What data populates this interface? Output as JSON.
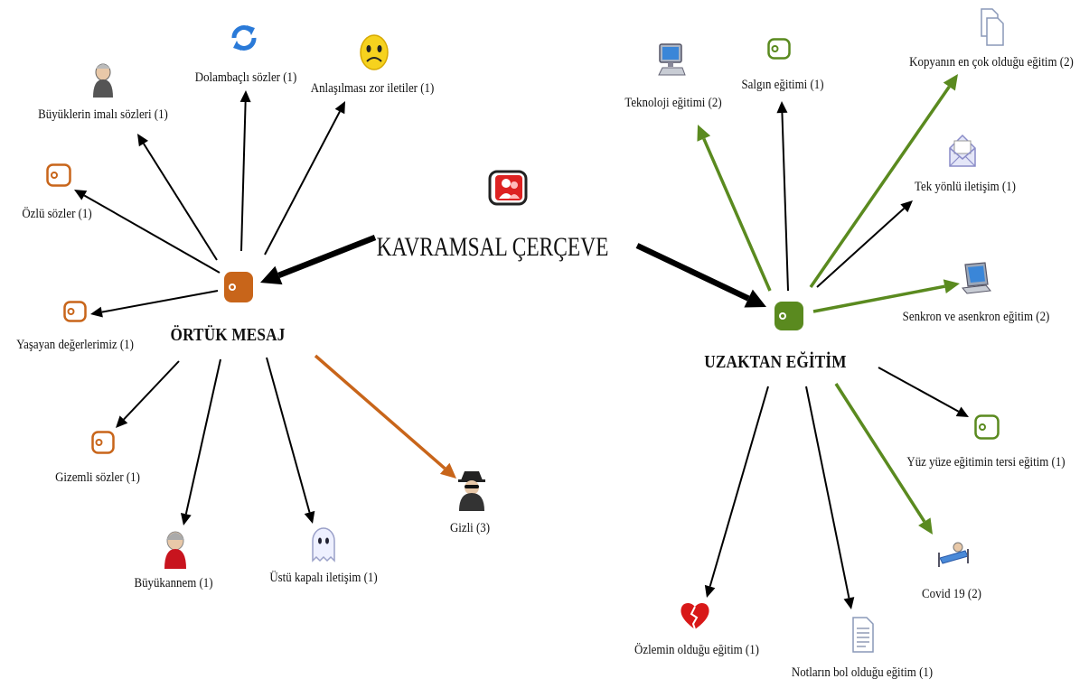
{
  "colors": {
    "black_edge": "#000000",
    "orange": "#c8651a",
    "green": "#5a8a1f"
  },
  "root": {
    "label": "KAVRAMSAL ÇERÇEVE",
    "icon": "user-group-tag-icon"
  },
  "hubs": {
    "ortuk": {
      "label": "ÖRTÜK MESAJ",
      "icon": "tag-icon",
      "color": "#c8651a"
    },
    "uzaktan": {
      "label": "UZAKTAN EĞİTİM",
      "icon": "tag-icon",
      "color": "#5a8a1f"
    }
  },
  "ortuk_nodes": [
    {
      "id": "buyuklerin",
      "label": "Büyüklerin imalı sözleri (1)",
      "icon": "elder-man-icon"
    },
    {
      "id": "dolambacli",
      "label": "Dolambaçlı sözler (1)",
      "icon": "refresh-arrows-icon"
    },
    {
      "id": "anlasilmasi",
      "label": "Anlaşılması zor iletiler (1)",
      "icon": "sad-face-icon"
    },
    {
      "id": "ozlu",
      "label": "Özlü sözler (1)",
      "icon": "tag-icon"
    },
    {
      "id": "yasayan",
      "label": "Yaşayan değerlerimiz (1)",
      "icon": "tag-icon"
    },
    {
      "id": "gizemli",
      "label": "Gizemli sözler (1)",
      "icon": "tag-icon"
    },
    {
      "id": "buyukannem",
      "label": "Büyükannem (1)",
      "icon": "grandmother-icon"
    },
    {
      "id": "ustu",
      "label": "Üstü kapalı iletişim (1)",
      "icon": "ghost-icon"
    },
    {
      "id": "gizli",
      "label": "Gizli (3)",
      "icon": "spy-icon"
    }
  ],
  "uzaktan_nodes": [
    {
      "id": "teknoloji",
      "label": "Teknoloji eğitimi (2)",
      "icon": "desktop-computer-icon"
    },
    {
      "id": "salgin",
      "label": "Salgın eğitimi (1)",
      "icon": "tag-icon"
    },
    {
      "id": "kopya",
      "label": "Kopyanın en çok olduğu eğitim (2)",
      "icon": "copy-documents-icon"
    },
    {
      "id": "tekyonlu",
      "label": "Tek yönlü iletişim (1)",
      "icon": "envelope-icon"
    },
    {
      "id": "senkron",
      "label": "Senkron ve asenkron eğitim (2)",
      "icon": "laptop-icon"
    },
    {
      "id": "yuzyuze",
      "label": "Yüz yüze eğitimin tersi eğitim (1)",
      "icon": "tag-icon"
    },
    {
      "id": "covid",
      "label": "Covid 19 (2)",
      "icon": "patient-bed-icon"
    },
    {
      "id": "notlarin",
      "label": "Notların bol olduğu eğitim (1)",
      "icon": "notes-document-icon"
    },
    {
      "id": "ozlemin",
      "label": "Özlemin olduğu eğitim (1)",
      "icon": "broken-heart-icon"
    }
  ]
}
